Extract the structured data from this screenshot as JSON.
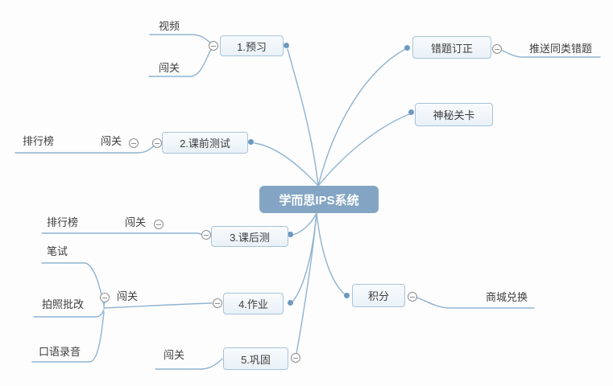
{
  "mindmap": {
    "root": {
      "label": "学而思IPS系统"
    },
    "branches": {
      "preview": {
        "label": "1.预习",
        "children": {
          "video": {
            "label": "视频"
          },
          "level_pass": {
            "label": "闯关"
          }
        }
      },
      "error_correction": {
        "label": "错题订正",
        "children": {
          "push_similar_errors": {
            "label": "推送同类错题"
          }
        }
      },
      "mystery_level": {
        "label": "神秘关卡"
      },
      "pre_class_test": {
        "label": "2.课前测试",
        "children": {
          "level_pass": {
            "label": "闯关"
          },
          "leaderboard": {
            "label": "排行榜"
          }
        }
      },
      "post_class_test": {
        "label": "3.课后测",
        "children": {
          "level_pass": {
            "label": "闯关"
          },
          "leaderboard": {
            "label": "排行榜"
          }
        }
      },
      "homework": {
        "label": "4.作业",
        "children": {
          "level_pass": {
            "label": "闯关"
          },
          "written_test": {
            "label": "笔试"
          },
          "photo_correction": {
            "label": "拍照批改"
          },
          "oral_recording": {
            "label": "口语录音"
          }
        }
      },
      "consolidation": {
        "label": "5.巩固",
        "children": {
          "level_pass": {
            "label": "闯关"
          }
        }
      },
      "points": {
        "label": "积分",
        "children": {
          "mall_exchange": {
            "label": "商城兑换"
          }
        }
      }
    },
    "colors": {
      "branch_line": "#8fb3d1",
      "connection_dot": "#6d99c0",
      "topic_border": "#a6c3db",
      "topic_fill": "#eef4f8",
      "root_fill": "#83a5c3",
      "root_text": "#ffffff",
      "label_text": "#3c3c3c",
      "collapse_border": "#8c8c8c"
    }
  }
}
